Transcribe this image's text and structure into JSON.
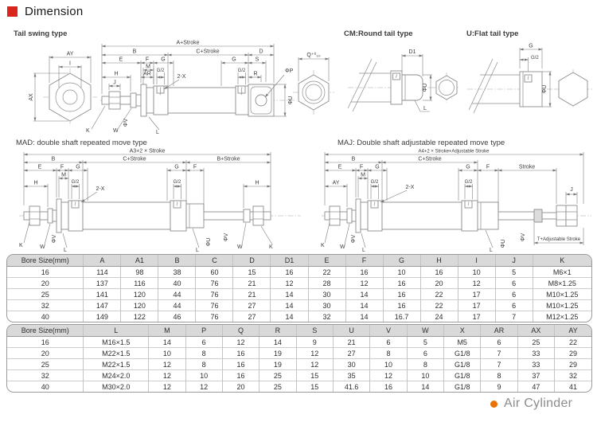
{
  "header": {
    "title": "Dimension"
  },
  "footer": {
    "label": "Air Cylinder"
  },
  "drawings": {
    "tail_swing": {
      "title": "Tail swing type",
      "labels": [
        "AY",
        "I",
        "AX",
        "A+Stroke",
        "C+Stroke",
        "B",
        "E",
        "F",
        "M",
        "G",
        "AR",
        "G/2",
        "H",
        "J",
        "2-X",
        "G",
        "S",
        "G/2",
        "R",
        "D",
        "ΦP",
        "ΦU",
        "K",
        "W",
        "ΦV",
        "L",
        "Q⁺⁰₁₀"
      ]
    },
    "cm": {
      "title": "CM:Round tail type",
      "labels": [
        "D1",
        "ΦU",
        "L"
      ]
    },
    "u": {
      "title": "U:Flat tail type",
      "labels": [
        "G",
        "G/2",
        "ΦU"
      ]
    },
    "mad": {
      "title": "MAD: double shaft repeated move type",
      "labels": [
        "A3+2 × Stroke",
        "B",
        "C+Stroke",
        "B+Stroke",
        "E",
        "F",
        "G",
        "M",
        "G/2",
        "H",
        "2-X",
        "G",
        "F",
        "G/2",
        "H",
        "K",
        "W",
        "ΦV",
        "L",
        "L",
        "ΦU",
        "ΦV",
        "W",
        "K"
      ]
    },
    "maj": {
      "title": "MAJ: Double shaft adjustable repeated move type",
      "labels": [
        "A4+2 × Stroke+Adjustable Stroke",
        "B",
        "C+Stroke",
        "E",
        "F",
        "G",
        "M",
        "AY",
        "G/2",
        "2-X",
        "G",
        "F",
        "Stroke",
        "G/2",
        "J",
        "K",
        "W",
        "ΦV",
        "L",
        "L",
        "ΦU",
        "ΦV",
        "T+Adjustable Stroke"
      ]
    }
  },
  "table1": {
    "headers": [
      "Bore Size(mm)",
      "A",
      "A1",
      "B",
      "C",
      "D",
      "D1",
      "E",
      "F",
      "G",
      "H",
      "I",
      "J",
      "K"
    ],
    "rows": [
      [
        "16",
        "114",
        "98",
        "38",
        "60",
        "15",
        "16",
        "22",
        "16",
        "10",
        "16",
        "10",
        "5",
        "M6×1"
      ],
      [
        "20",
        "137",
        "116",
        "40",
        "76",
        "21",
        "12",
        "28",
        "12",
        "16",
        "20",
        "12",
        "6",
        "M8×1.25"
      ],
      [
        "25",
        "141",
        "120",
        "44",
        "76",
        "21",
        "14",
        "30",
        "14",
        "16",
        "22",
        "17",
        "6",
        "M10×1.25"
      ],
      [
        "32",
        "147",
        "120",
        "44",
        "76",
        "27",
        "14",
        "30",
        "14",
        "16",
        "22",
        "17",
        "6",
        "M10×1.25"
      ],
      [
        "40",
        "149",
        "122",
        "46",
        "76",
        "27",
        "14",
        "32",
        "14",
        "16.7",
        "24",
        "17",
        "7",
        "M12×1.25"
      ]
    ]
  },
  "table2": {
    "headers": [
      "Bore Size(mm)",
      "L",
      "M",
      "P",
      "Q",
      "R",
      "S",
      "U",
      "V",
      "W",
      "X",
      "AR",
      "AX",
      "AY"
    ],
    "rows": [
      [
        "16",
        "M16×1.5",
        "14",
        "6",
        "12",
        "14",
        "9",
        "21",
        "6",
        "5",
        "M5",
        "6",
        "25",
        "22"
      ],
      [
        "20",
        "M22×1.5",
        "10",
        "8",
        "16",
        "19",
        "12",
        "27",
        "8",
        "6",
        "G1/8",
        "7",
        "33",
        "29"
      ],
      [
        "25",
        "M22×1.5",
        "12",
        "8",
        "16",
        "19",
        "12",
        "30",
        "10",
        "8",
        "G1/8",
        "7",
        "33",
        "29"
      ],
      [
        "32",
        "M24×2.0",
        "12",
        "10",
        "16",
        "25",
        "15",
        "35",
        "12",
        "10",
        "G1/8",
        "8",
        "37",
        "32"
      ],
      [
        "40",
        "M30×2.0",
        "12",
        "12",
        "20",
        "25",
        "15",
        "41.6",
        "16",
        "14",
        "G1/8",
        "9",
        "47",
        "41"
      ]
    ]
  },
  "colors": {
    "accent_red": "#da251d",
    "accent_orange": "#e97208"
  }
}
